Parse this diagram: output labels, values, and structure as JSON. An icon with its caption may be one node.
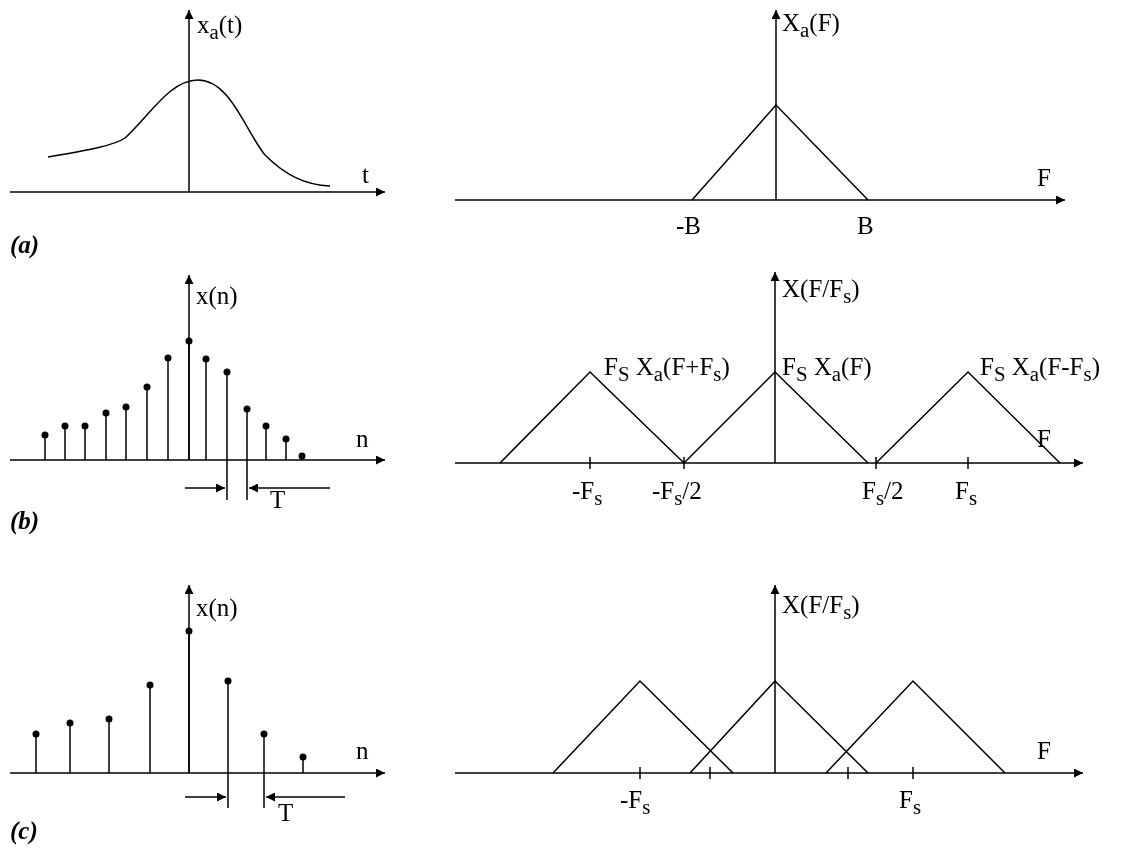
{
  "diagram": {
    "labels": [
      "x$_{a}$(t)",
      "t",
      "X$_{a}$(F)",
      "F",
      "-B",
      "B",
      "(a)",
      "x(n)",
      "n",
      "T",
      "X(F/F$_{s}$)",
      "F$_{S}$ X$_{a}$(F+F$_{s}$)",
      "F$_{S}$ X$_{a}$(F)",
      "F$_{S}$ X$_{a}$(F-F$_{s}$)",
      "F",
      "-F$_{s}$",
      "-F$_{s}$/2",
      "F$_{s}$/2",
      "F$_{s}$",
      "(b)",
      "x(n)",
      "n",
      "T",
      "X(F/F$_{s}$)",
      "F",
      "-F$_{s}$",
      "F$_{s}$",
      "(c)"
    ]
  }
}
